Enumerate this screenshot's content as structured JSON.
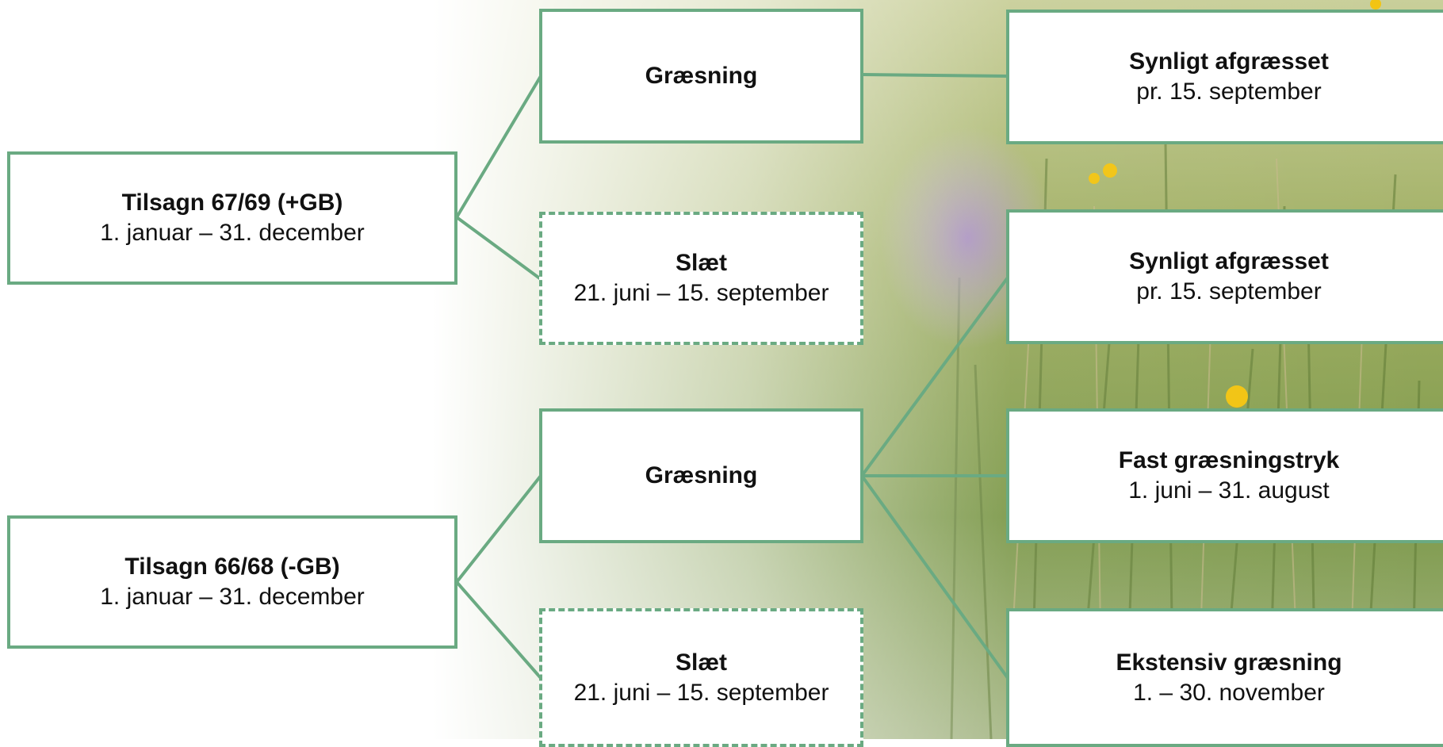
{
  "colors": {
    "border": "#6aaa82",
    "connector": "#6aaa82",
    "box_fill": "#ffffff",
    "text": "#111111"
  },
  "nodes": {
    "tilsagn_plus": {
      "title": "Tilsagn 67/69 (+GB)",
      "sub": "1. januar – 31. december"
    },
    "tilsagn_minus": {
      "title": "Tilsagn 66/68 (-GB)",
      "sub": "1. januar – 31. december"
    },
    "graesning_1": {
      "title": "Græsning",
      "sub": ""
    },
    "slaet_1": {
      "title": "Slæt",
      "sub": "21. juni – 15. september"
    },
    "graesning_2": {
      "title": "Græsning",
      "sub": ""
    },
    "slaet_2": {
      "title": "Slæt",
      "sub": "21. juni – 15. september"
    },
    "synligt_1": {
      "title": "Synligt afgræsset",
      "sub": "pr. 15. september"
    },
    "synligt_2": {
      "title": "Synligt afgræsset",
      "sub": "pr. 15. september"
    },
    "fast": {
      "title": "Fast græsningstryk",
      "sub": "1. juni – 31. august"
    },
    "ekstensiv": {
      "title": "Ekstensiv græsning",
      "sub": "1. – 30. november"
    }
  }
}
